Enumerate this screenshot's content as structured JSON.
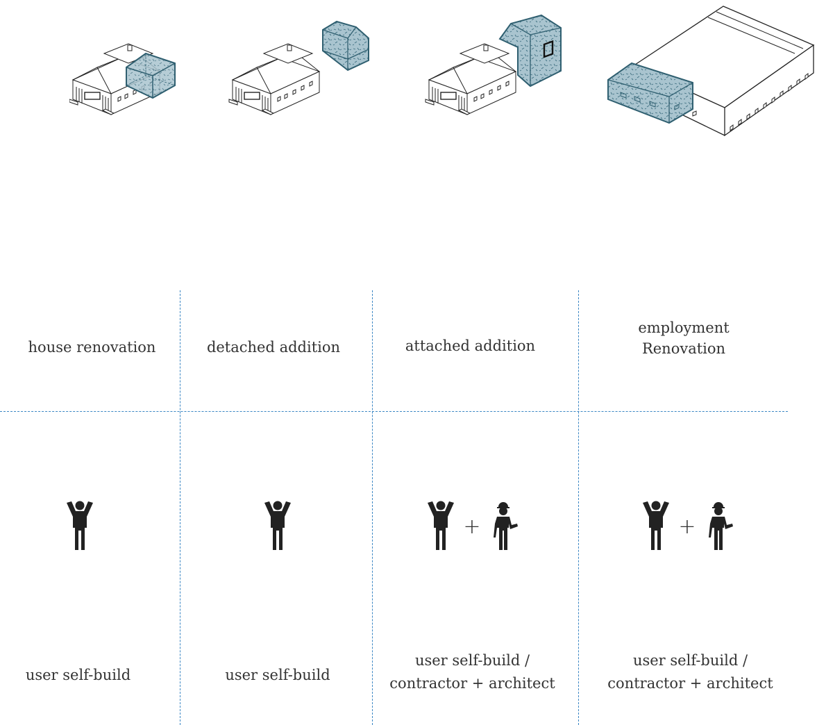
{
  "colors": {
    "line_blue": "#3a86c4",
    "mass_fill": "#a9c4cf",
    "mass_stroke": "#2f5f70",
    "icon": "#222222"
  },
  "columns": [
    {
      "category": "house renovation",
      "illustration_icon": "house-renovation-icon",
      "people": [
        "user-icon"
      ],
      "builder": "user self-build"
    },
    {
      "category": "detached addition",
      "illustration_icon": "detached-addition-icon",
      "people": [
        "user-icon"
      ],
      "builder": "user self-build"
    },
    {
      "category": "attached addition",
      "illustration_icon": "attached-addition-icon",
      "people": [
        "user-icon",
        "contractor-icon"
      ],
      "builder": "user self-build /\ncontractor + architect"
    },
    {
      "category": "employment\nRenovation",
      "illustration_icon": "employment-renovation-icon",
      "people": [
        "user-icon",
        "contractor-icon"
      ],
      "builder": "user self-build /\ncontractor + architect"
    }
  ],
  "plus_sign": "+",
  "labels": {
    "col1_category": "house renovation",
    "col2_category": "detached addition",
    "col3_category": "attached addition",
    "col4_category_line1": "employment",
    "col4_category_line2": "Renovation",
    "col1_builder": "user self-build",
    "col2_builder": "user self-build",
    "col3_builder_line1": "user self-build /",
    "col3_builder_line2": "contractor + architect",
    "col4_builder_line1": "user self-build /",
    "col4_builder_line2": "contractor + architect"
  }
}
